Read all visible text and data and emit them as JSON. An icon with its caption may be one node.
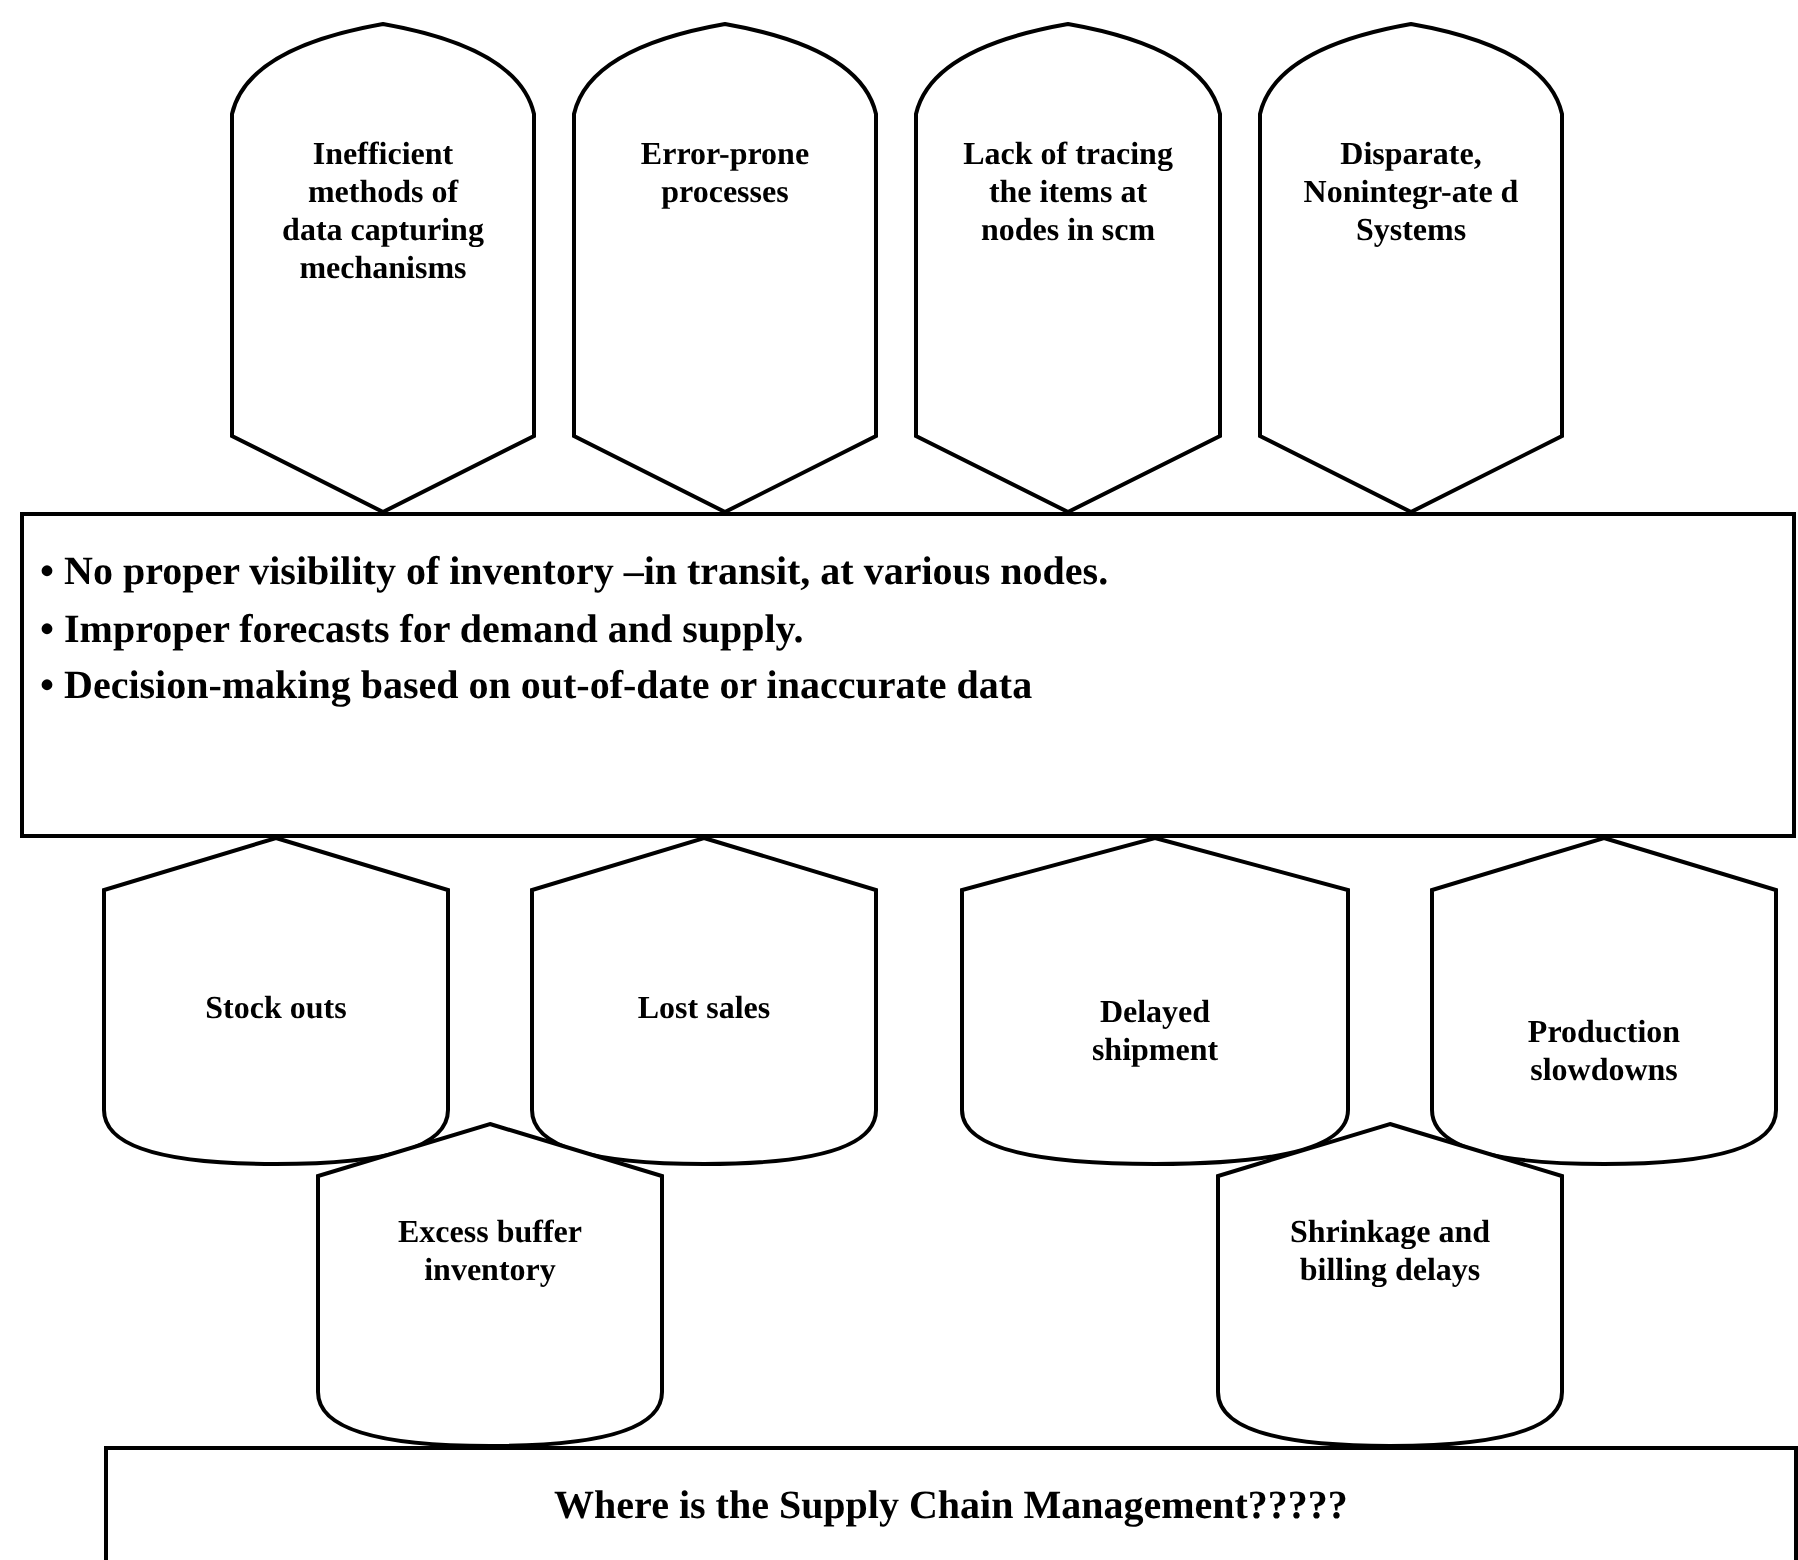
{
  "diagram": {
    "nodes": [
      {
        "text": [
          "Inefficient methods of data capturing mechanisms"
        ]
      },
      {
        "text": [
          "Error-prone processes"
        ]
      },
      {
        "text": [
          "Lack of tracing the items at nodes in scm"
        ]
      },
      {
        "text": [
          "Disparate, Nonintegr-ate d Systems"
        ]
      },
      {
        "text": [
          "• No proper visibility of inventory –in transit, at various nodes.",
          "• Improper forecasts for demand and supply.",
          "• Decision-making based on out-of-date or inaccurate data"
        ]
      },
      {
        "text": [
          "Stock outs"
        ]
      },
      {
        "text": [
          "Lost sales"
        ]
      },
      {
        "text": [
          "Delayed shipment"
        ]
      },
      {
        "text": [
          "Production slowdowns"
        ]
      },
      {
        "text": [
          "Excess buffer inventory"
        ]
      },
      {
        "text": [
          "Shrinkage and billing delays"
        ]
      },
      {
        "text": [
          "Where is the Supply Chain Management?????"
        ]
      }
    ]
  }
}
